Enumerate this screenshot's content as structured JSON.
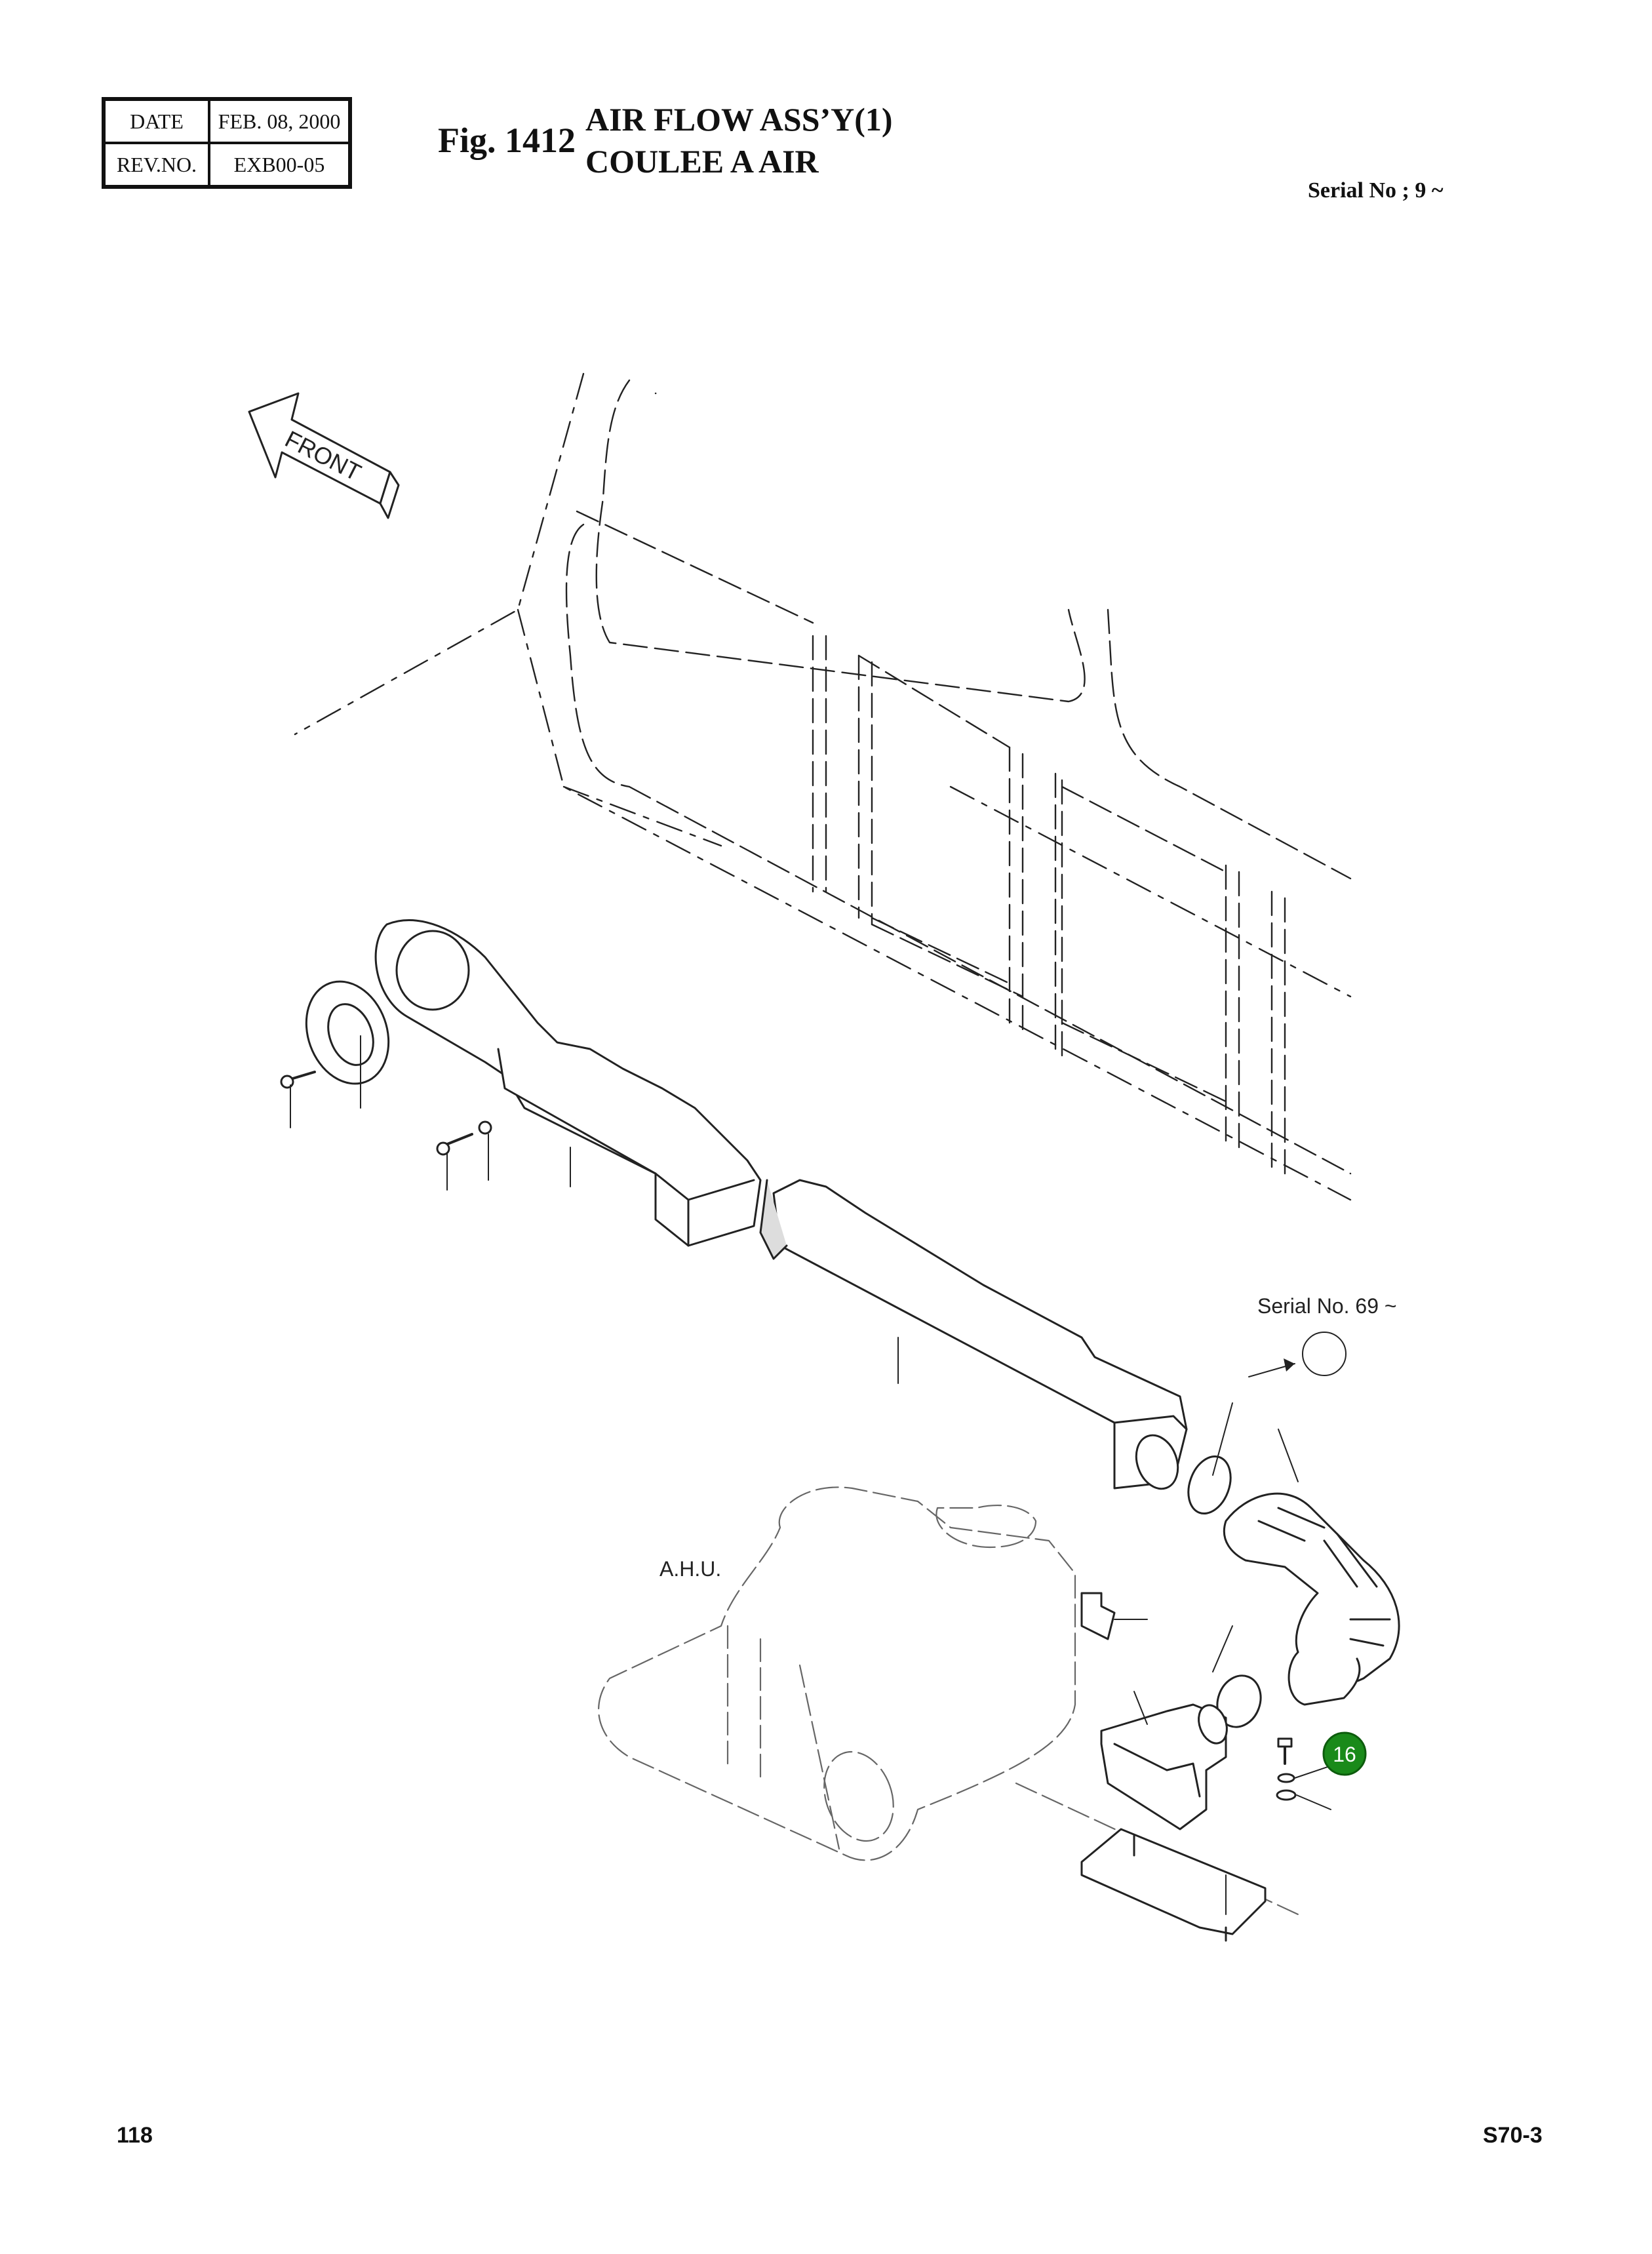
{
  "header": {
    "date_label": "DATE",
    "date_value": "FEB. 08, 2000",
    "rev_label": "REV.NO.",
    "rev_value": "EXB00-05",
    "fig_number": "Fig. 1412",
    "title_line1": "AIR FLOW ASS’Y(1)",
    "title_line2": "COULEE A AIR",
    "serial_range": "Serial No ; 9 ~"
  },
  "diagram": {
    "front_label": "FRONT",
    "serial_note": "Serial No. 69 ~",
    "ahu_label": "A.H.U.",
    "callouts": [
      {
        "number": "16",
        "color": "#1a8a1a"
      }
    ]
  },
  "footer": {
    "page_number": "118",
    "model_code": "S70-3"
  }
}
